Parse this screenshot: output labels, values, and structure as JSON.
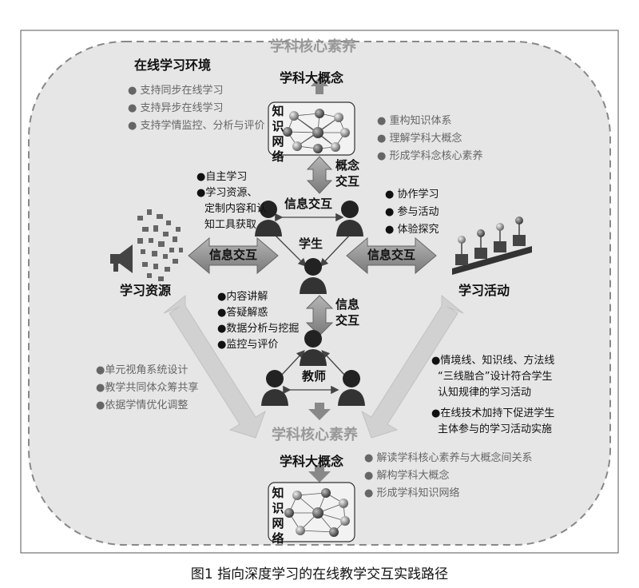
{
  "header": {
    "core_literacy_top": "学科核心素养",
    "big_concept_top": "学科大概念"
  },
  "knowledge_network": {
    "label": "知识网络"
  },
  "environment": {
    "title": "在线学习环境",
    "items": [
      "支持同步在线学习",
      "支持异步在线学习",
      "支持学情监控、分析与评价"
    ]
  },
  "top_right_items": [
    "重构知识体系",
    "理解学科大概念",
    "形成学科念核心素养"
  ],
  "concept_interaction": {
    "line1": "概念",
    "line2": "交互"
  },
  "student_side_left": [
    "●自主学习",
    "●学习资源、",
    "定制内容和认",
    "知工具获取"
  ],
  "info_interaction_label": "信息交互",
  "student_label": "学生",
  "activities_items": [
    "协作学习",
    "参与活动",
    "体验探究"
  ],
  "resources_label": "学习资源",
  "activities_label": "学习活动",
  "teacher_items": [
    "●内容讲解",
    "●答疑解惑",
    "●数据分析与挖掘",
    "●监控与评价"
  ],
  "teacher_interaction": {
    "line1": "信息",
    "line2": "交互"
  },
  "teacher_label": "教师",
  "left_bottom_items": [
    "●单元视角系统设计",
    "●教学共同体众筹共享",
    "●依据学情优化调整"
  ],
  "right_bottom_items": [
    "●情境线、知识线、方法线",
    "“三线融合”设计符合学生",
    "认知规律的学习活动",
    "●在线技术加持下促进学生",
    "主体参与的学习活动实施"
  ],
  "bottom": {
    "core_literacy": "学科核心素养",
    "big_concept": "学科大概念"
  },
  "bottom_right_items": [
    "解读学科核心素养与大概念间关系",
    "解构学科大概念",
    "形成学科知识网络"
  ],
  "caption": "图1  指向深度学习的在线教学交互实践路径"
}
